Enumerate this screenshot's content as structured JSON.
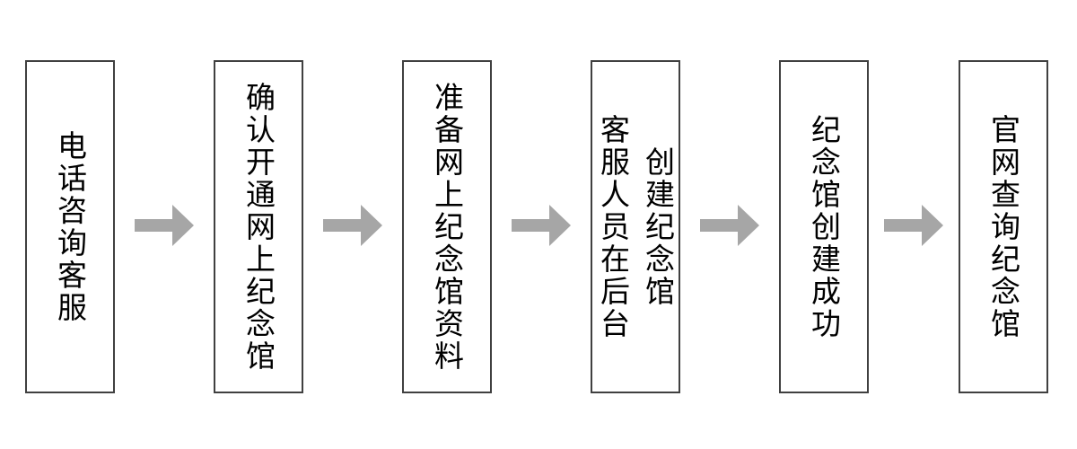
{
  "flow": {
    "direction": "left-to-right",
    "box_border_color": "#404040",
    "text_color": "#000000",
    "arrow_color": "#a6a6a6",
    "steps": [
      {
        "lines": [
          "电话咨询客服"
        ]
      },
      {
        "lines": [
          "确认开通网上纪念馆"
        ]
      },
      {
        "lines": [
          "准备网上纪念馆资料"
        ]
      },
      {
        "lines": [
          "客服人员在后台",
          "创建纪念馆"
        ]
      },
      {
        "lines": [
          "纪念馆创建成功"
        ]
      },
      {
        "lines": [
          "官网查询纪念馆"
        ]
      }
    ]
  }
}
